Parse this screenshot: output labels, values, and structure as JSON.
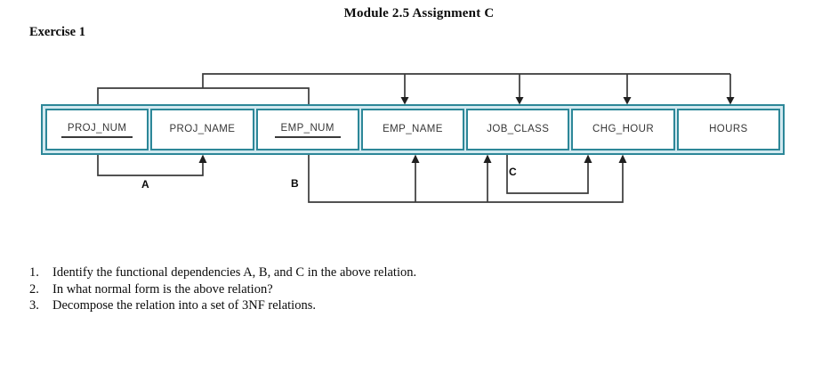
{
  "header": {
    "title": "Module 2.5 Assignment C",
    "exercise": "Exercise 1"
  },
  "diagram": {
    "attributes": [
      {
        "name": "PROJ_NUM",
        "key": true
      },
      {
        "name": "PROJ_NAME",
        "key": false
      },
      {
        "name": "EMP_NUM",
        "key": true
      },
      {
        "name": "EMP_NAME",
        "key": false
      },
      {
        "name": "JOB_CLASS",
        "key": false
      },
      {
        "name": "CHG_HOUR",
        "key": false
      },
      {
        "name": "HOURS",
        "key": false
      }
    ],
    "dependencies": [
      {
        "label": "A",
        "from": [
          "PROJ_NUM"
        ],
        "to": [
          "PROJ_NAME"
        ]
      },
      {
        "label": "B",
        "from": [
          "EMP_NUM"
        ],
        "to": [
          "EMP_NAME",
          "JOB_CLASS",
          "CHG_HOUR"
        ]
      },
      {
        "label": "C",
        "from": [
          "JOB_CLASS"
        ],
        "to": [
          "CHG_HOUR"
        ]
      },
      {
        "label": "",
        "from": [
          "PROJ_NUM",
          "EMP_NUM"
        ],
        "to": [
          "EMP_NAME",
          "JOB_CLASS",
          "CHG_HOUR",
          "HOURS"
        ]
      }
    ],
    "colors": {
      "table_border": "#2d8798",
      "table_fill": "#d2e9f0",
      "cell_fill": "#ffffff",
      "arrow_line": "#3a3a3a"
    }
  },
  "questions": [
    {
      "number": "1.",
      "text": "Identify the functional dependencies A, B, and C in the above relation."
    },
    {
      "number": "2.",
      "text": "In what normal form is the above relation?"
    },
    {
      "number": "3.",
      "text": "Decompose the relation into a set of 3NF relations."
    }
  ]
}
